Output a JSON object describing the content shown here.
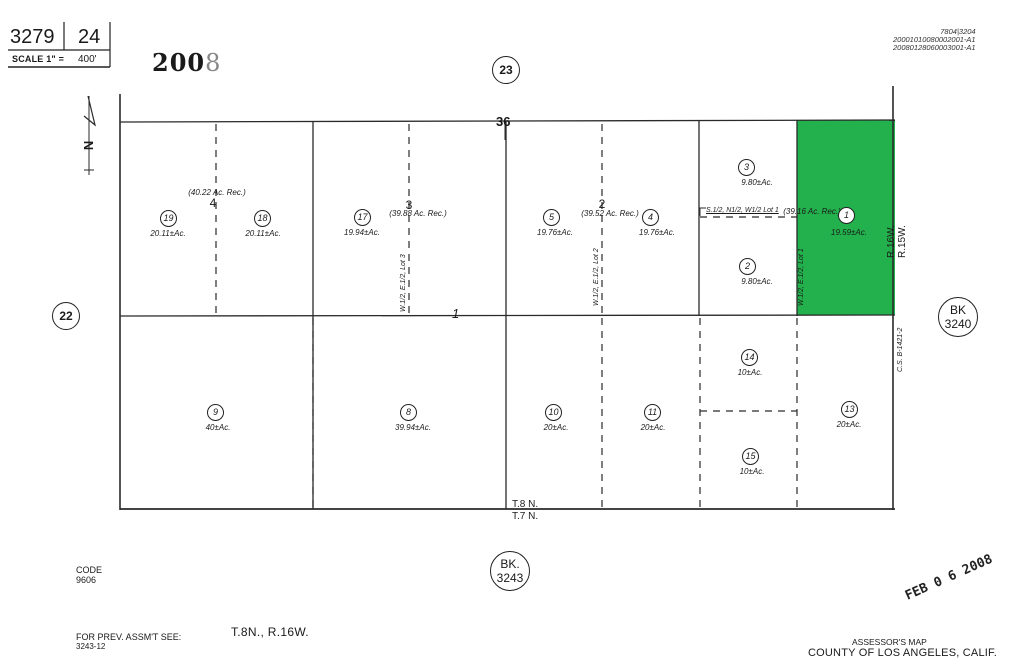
{
  "header": {
    "map_book": "3279",
    "map_page": "24",
    "scale_label": "SCALE 1\" =",
    "scale_value": "400'",
    "year_main": "200",
    "year_faint": "8",
    "document_numbers": [
      "7804|3204",
      "20001010080002001-A1",
      "20080128060003001-A1"
    ]
  },
  "north_arrow": {
    "label": "N",
    "icon": "north-arrow-icon"
  },
  "section": {
    "number": "36"
  },
  "adjacent_sections": [
    {
      "id": "top",
      "label": "23"
    },
    {
      "id": "left",
      "label": "22"
    }
  ],
  "adjacent_books": [
    {
      "id": "right",
      "prefix": "BK",
      "number": "3240"
    },
    {
      "id": "bottom",
      "prefix": "BK.",
      "number": "3243"
    }
  ],
  "lots": [
    {
      "id": "4",
      "label": "4",
      "record": "(40.22 Ac. Rec.)"
    },
    {
      "id": "3",
      "label": "3",
      "record": "(39.88 Ac. Rec.)"
    },
    {
      "id": "2",
      "label": "2",
      "record": "(39.52 Ac. Rec.)"
    },
    {
      "id": "1",
      "label": "1",
      "record": "(39.16 Ac. Rec.)"
    }
  ],
  "parcels": [
    {
      "num": "19",
      "acreage": "20.11±Ac."
    },
    {
      "num": "18",
      "acreage": "20.11±Ac."
    },
    {
      "num": "17",
      "acreage": "19.94±Ac."
    },
    {
      "num": "5",
      "acreage": "19.76±Ac."
    },
    {
      "num": "4",
      "acreage": "19.76±Ac."
    },
    {
      "num": "3",
      "acreage": "9.80±Ac."
    },
    {
      "num": "2",
      "acreage": "9.80±Ac."
    },
    {
      "num": "1",
      "acreage": "19.59±Ac.",
      "highlighted": true
    },
    {
      "num": "9",
      "acreage": "40±Ac."
    },
    {
      "num": "8",
      "acreage": "39.94±Ac."
    },
    {
      "num": "10",
      "acreage": "20±Ac."
    },
    {
      "num": "11",
      "acreage": "20±Ac."
    },
    {
      "num": "14",
      "acreage": "10±Ac."
    },
    {
      "num": "15",
      "acreage": "10±Ac."
    },
    {
      "num": "13",
      "acreage": "20±Ac."
    }
  ],
  "annotations": {
    "lot3_west": "W.1/2, E.1/2, Lot 3",
    "lot2_west": "W.1/2, E.1/2, Lot 2",
    "lot1_north": "S.1/2, N1/2, W1/2 Lot 1",
    "lot1_west": "W.1/2, E.1/2, Lot 1",
    "quarter_label": "1",
    "cs_ref": "C.S. B-1421-2"
  },
  "township_range": {
    "north_line_top": "T.8 N.",
    "north_line_bottom": "T.7 N.",
    "range_east": "R.16W.",
    "range_west": "R.15W.",
    "bottom_label": "T.8N., R.16W."
  },
  "footer": {
    "code_label": "CODE",
    "code_value": "9606",
    "prev_label": "FOR PREV. ASSM'T SEE:",
    "prev_value": "3243-12",
    "date_stamp": "FEB 0 6 2008",
    "assessor_title": "ASSESSOR'S MAP",
    "county": "COUNTY OF LOS ANGELES, CALIF."
  },
  "colors": {
    "highlight": "#22b14c",
    "line": "#2a2a2a",
    "background": "#ffffff"
  }
}
